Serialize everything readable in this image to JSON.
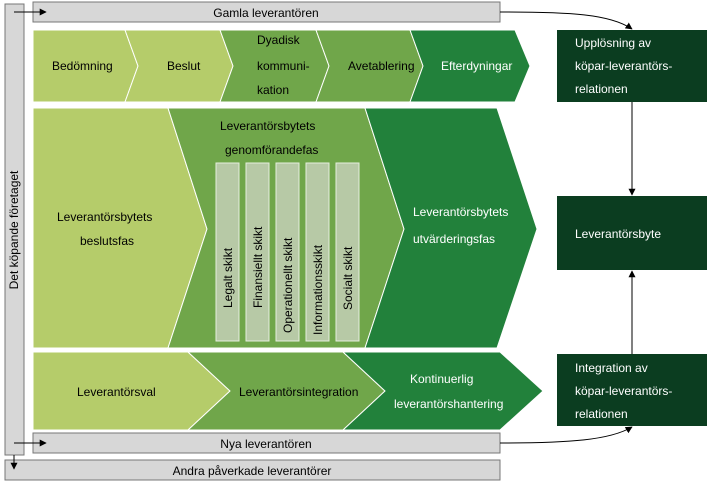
{
  "colors": {
    "light_green": "#b5cc6a",
    "mid_green": "#70a64a",
    "mid_green_dark": "#4f9446",
    "dark_green": "#22813b",
    "darkest_green": "#0b3d20",
    "gray_bar": "#d7d7d7",
    "layer_fill": "#b7c9a6"
  },
  "bars": {
    "old_supplier": "Gamla leverantören",
    "new_supplier": "Nya leverantören",
    "other_suppliers": "Andra påverkade leverantörer",
    "buying_company": "Det köpande företaget"
  },
  "row1": {
    "assessment": "Bedömning",
    "decision": "Beslut",
    "dyadic": [
      "Dyadisk",
      "kommuni-",
      "kation"
    ],
    "disengagement": "Avetablering",
    "aftermath": "Efterdyningar"
  },
  "row2": {
    "decision_phase": [
      "Leverantörsbytets",
      "beslutsfas"
    ],
    "implementation_phase": [
      "Leverantörsbytets",
      "genomförandefas"
    ],
    "evaluation_phase": [
      "Leverantörsbytets",
      "utvärderingsfas"
    ]
  },
  "layers": [
    "Legalt skikt",
    "Finansiellt skikt",
    "Operationellt skikt",
    "Informationsskikt",
    "Socialt skikt"
  ],
  "row3": {
    "selection": "Leverantörsval",
    "integration": "Leverantörsintegration",
    "management": [
      "Kontinuerlig",
      "leverantörshantering"
    ]
  },
  "right_boxes": {
    "dissolution": [
      "Upplösning av",
      "köpar-leverantörs-",
      "relationen"
    ],
    "switch": "Leverantörsbyte",
    "integration": [
      "Integration av",
      "köpar-leverantörs-",
      "relationen"
    ]
  }
}
